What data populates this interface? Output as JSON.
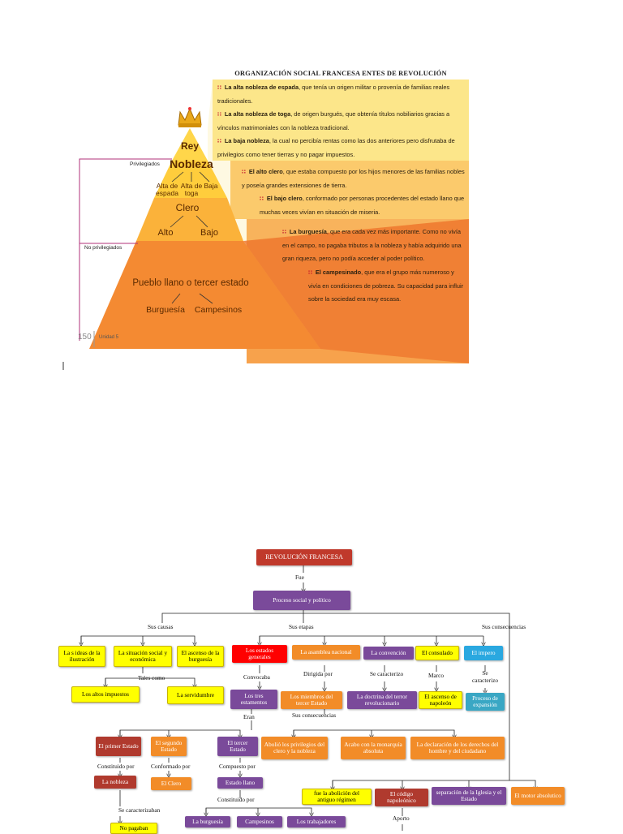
{
  "infographic": {
    "title": "ORGANIZACIÓN  SOCIAL FRANCESA  ENTES  DE REVOLUCIÓN",
    "pyramid": {
      "rey": "Rey",
      "nobleza": "Nobleza",
      "nobleza_sub": [
        "Alta de espada",
        "Alta de toga",
        "Baja"
      ],
      "clero": "Clero",
      "clero_sub": [
        "Alto",
        "Bajo"
      ],
      "pueblo": "Pueblo llano o tercer estado",
      "pueblo_sub": [
        "Burguesía",
        "Campesinos"
      ]
    },
    "side_labels": {
      "privilegiados": "Privilegiados",
      "no_privilegiados": "No privilegiados"
    },
    "descriptions": {
      "alta_espada_bold": "La alta nobleza de espada",
      "alta_espada_rest": ", que tenía un origen militar o provenía de familias reales tradicionales.",
      "alta_toga_bold": "La alta nobleza de toga",
      "alta_toga_rest": ", de origen burgués, que obtenía títulos nobiliarios gracias a vínculos matrimoniales con la nobleza tradicional.",
      "baja_nobleza_bold": "La baja nobleza",
      "baja_nobleza_rest": ", la cual no percibía rentas como las dos anteriores pero disfrutaba de privilegios como tener tierras y no pagar impuestos.",
      "alto_clero_bold": "El alto clero",
      "alto_clero_rest": ", que estaba compuesto por los hijos menores de las familias nobles y poseía grandes extensiones de tierra.",
      "bajo_clero_bold": "El bajo clero",
      "bajo_clero_rest": ", conformado por personas procedentes del estado llano que muchas veces vivían en situación de miseria.",
      "burguesia_bold": "La burguesía",
      "burguesia_rest": ", que era cada vez más importante. Como no vivía en el campo, no pagaba tributos a la nobleza y había adquirido una gran riqueza, pero no podía acceder al poder político.",
      "campesinado_bold": "El campesinado",
      "campesinado_rest": ", que era el grupo más numeroso y vivía en condiciones de pobreza. Su capacidad para influir sobre la sociedad era muy escasa."
    },
    "page_number": "150",
    "unit": "Unidad 5"
  },
  "map": {
    "root": "REVOLUCIÓN  FRANCESA",
    "fue": "Fue",
    "proceso": "Proceso social y político",
    "sus_causas": "Sus causas",
    "sus_etapas": "Sus etapas",
    "sus_consecuencias": "Sus consecuencias",
    "causas": [
      "La s ideas de la ilustración",
      "La  situación social y económica",
      "El ascenso de la burguesía"
    ],
    "tales_como": "Tales como",
    "causas_ej": [
      "Los  altos impuestos",
      "La servidumbre"
    ],
    "etapas": [
      "Los estados generales",
      "La asamblea nacional",
      "La convención",
      "El consulado",
      "El impero"
    ],
    "convocaba": "Convocaba",
    "dirigida_por": "Dirigida por",
    "se_caracterizo": "Se caracterizo",
    "marco": "Marco",
    "se_caracterizo2": "Se caracterizo",
    "tres_estamentos": "Los tres estamentos",
    "miembros": "Los miembros  del tercer Estado",
    "terror": "La doctrina del terror revolucionario",
    "ascenso_napoleon": "El ascenso de napoleón",
    "expansion": "Proceso de expansión",
    "eran": "Eran",
    "sus_consecuencias2": "Sus consecuencias",
    "estados": [
      "El primer Estado",
      "El segundo Estado",
      "El tercer Estado"
    ],
    "asamblea_cons": [
      "Abolió los privilegios del clero y la nobleza",
      "Acabo con la monarquía absoluta",
      "La declaración de los derechos del hombre y del ciudadano"
    ],
    "constituido_por": "Constituido por",
    "conformado_por": "Conformado  por",
    "compuesto_por": "Compuesto  por",
    "nobleza": "La nobleza",
    "clero": "El Clero",
    "estado_llano": "Estado llano",
    "consecuencias": [
      "fue la abolición del antiguo régimen",
      "El código napoleónico",
      "separación de la Iglesia y el Estado",
      "El motor absolutico"
    ],
    "se_caracterizaban": "Se caracterizaban",
    "constituido_por2": "Constituido por",
    "no_pagaban": "No pagaban",
    "tercer_grupos": [
      "La burguesía",
      "Campesinos",
      "Los trabajadores"
    ],
    "aporto": "Aporto"
  }
}
